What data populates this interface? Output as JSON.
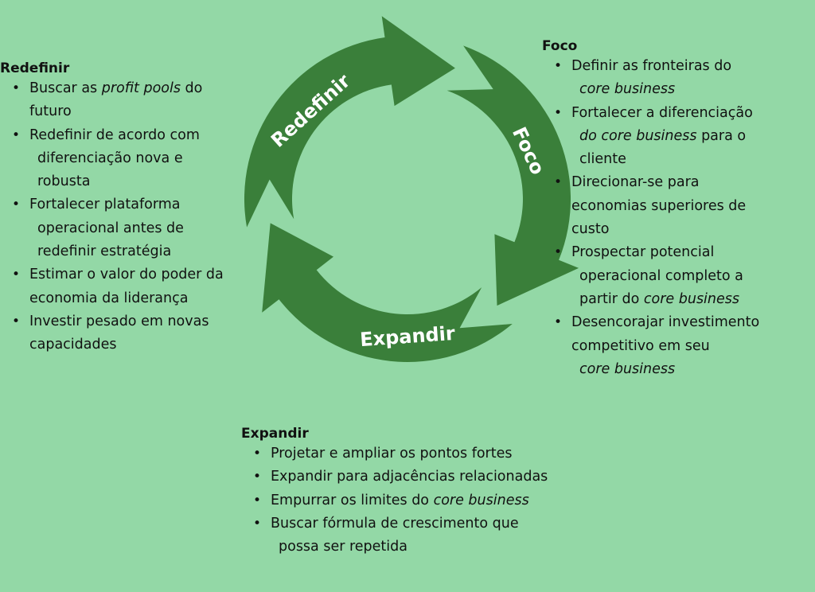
{
  "colors": {
    "background": "#93d8a6",
    "arrow": "#3a7f3a",
    "arrow_text": "#ffffff",
    "text": "#111111"
  },
  "cycle": {
    "arrows": [
      {
        "label": "Redefinir"
      },
      {
        "label": "Foco"
      },
      {
        "label": "Expandir"
      }
    ]
  },
  "sections": {
    "redefinir": {
      "title": "Redefinir",
      "items": [
        {
          "parts": [
            {
              "t": "Buscar as "
            },
            {
              "t": "profit pools",
              "i": true
            },
            {
              "t": " do"
            }
          ],
          "cont": [
            [
              {
                "t": "futuro"
              }
            ]
          ]
        },
        {
          "parts": [
            {
              "t": "Redefinir de acordo com"
            }
          ],
          "cont": [
            [
              {
                "t": "diferenciação nova e",
                "ind": true
              }
            ],
            [
              {
                "t": "robusta",
                "ind": true
              }
            ]
          ]
        },
        {
          "parts": [
            {
              "t": "Fortalecer plataforma"
            }
          ],
          "cont": [
            [
              {
                "t": "operacional antes de",
                "ind": true
              }
            ],
            [
              {
                "t": "redefinir estratégia",
                "ind": true
              }
            ]
          ]
        },
        {
          "parts": [
            {
              "t": "Estimar o valor do poder da"
            }
          ],
          "cont": [
            [
              {
                "t": "economia da liderança"
              }
            ]
          ]
        },
        {
          "parts": [
            {
              "t": "Investir pesado em novas"
            }
          ],
          "cont": [
            [
              {
                "t": "capacidades"
              }
            ]
          ]
        }
      ]
    },
    "foco": {
      "title": "Foco",
      "items": [
        {
          "parts": [
            {
              "t": "Definir as fronteiras do"
            }
          ],
          "cont": [
            [
              {
                "t": "core business",
                "i": true,
                "ind": true
              }
            ]
          ]
        },
        {
          "parts": [
            {
              "t": "Fortalecer a diferenciação"
            }
          ],
          "cont": [
            [
              {
                "t": "do core business",
                "i": true,
                "ind": true
              },
              {
                "t": " para o"
              }
            ],
            [
              {
                "t": "cliente",
                "ind": true
              }
            ]
          ]
        },
        {
          "parts": [
            {
              "t": "Direcionar-se para"
            }
          ],
          "cont": [
            [
              {
                "t": "economias superiores de"
              }
            ],
            [
              {
                "t": "custo"
              }
            ]
          ]
        },
        {
          "parts": [
            {
              "t": "Prospectar potencial"
            }
          ],
          "cont": [
            [
              {
                "t": "operacional completo a",
                "ind": true
              }
            ],
            [
              {
                "t": "partir do ",
                "ind": true
              },
              {
                "t": "core business",
                "i": true
              }
            ]
          ]
        },
        {
          "parts": [
            {
              "t": "Desencorajar investimento"
            }
          ],
          "cont": [
            [
              {
                "t": "competitivo em seu"
              }
            ],
            [
              {
                "t": "core business",
                "i": true,
                "ind": true
              }
            ]
          ]
        }
      ]
    },
    "expandir": {
      "title": "Expandir",
      "items": [
        {
          "parts": [
            {
              "t": "Projetar e ampliar os pontos fortes"
            }
          ],
          "cont": []
        },
        {
          "parts": [
            {
              "t": "Expandir para adjacências relacionadas"
            }
          ],
          "cont": []
        },
        {
          "parts": [
            {
              "t": "Empurrar os limites do "
            },
            {
              "t": "core business",
              "i": true
            }
          ],
          "cont": []
        },
        {
          "parts": [
            {
              "t": "Buscar fórmula de crescimento que"
            }
          ],
          "cont": [
            [
              {
                "t": "possa ser repetida",
                "ind": true
              }
            ]
          ]
        }
      ]
    }
  }
}
